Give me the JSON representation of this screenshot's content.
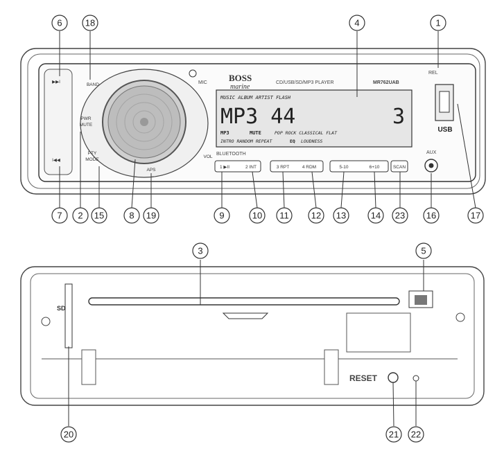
{
  "brand": {
    "line1": "BOSS",
    "line2": "marine"
  },
  "model": "MR762UAB",
  "formats": "CD/USB/SD/MP3 PLAYER",
  "mic_label": "MIC",
  "rel_label": "REL",
  "usb_label": "USB",
  "aux_label": "AUX",
  "buttons": {
    "band": "BAND",
    "pwr_mute_line1": "PWR",
    "pwr_mute_line2": "MUTE",
    "pty_mode_line1": "PTY",
    "pty_mode_line2": "MODE",
    "aps": "APS",
    "vol": "VOL",
    "b1": "1 ▶II",
    "b2": "2 INT",
    "b3": "3 RPT",
    "b4": "4 RDM",
    "b5": "5-10",
    "b6": "6+10",
    "scan": "SCAN"
  },
  "lcd": {
    "top_row": "MUSIC ALBUM ARTIST FLASH",
    "main_text": "MP3 44",
    "digit": "3",
    "mp3_tag": "MP3",
    "mute_tag": "MUTE",
    "eq_modes": "POP ROCK CLASSICAL FLAT",
    "bottom_row": "INTRO RANDOM REPEAT",
    "eq_tag": "EQ",
    "loudness": "LOUDNESS",
    "bt_tag": "BLUETOOTH"
  },
  "rear": {
    "sd_label": "SD",
    "reset_label": "RESET"
  },
  "callouts": [
    "1",
    "2",
    "3",
    "4",
    "5",
    "6",
    "7",
    "8",
    "9",
    "10",
    "11",
    "12",
    "13",
    "14",
    "15",
    "16",
    "17",
    "18",
    "19",
    "20",
    "21",
    "22",
    "23"
  ]
}
